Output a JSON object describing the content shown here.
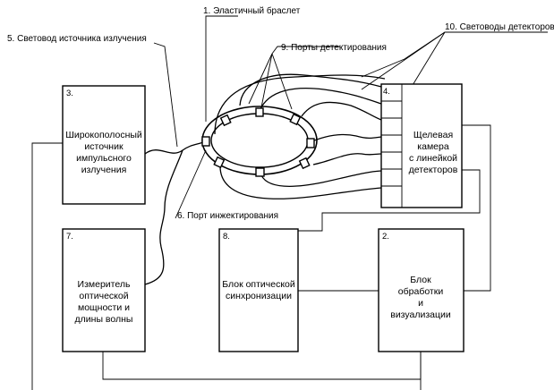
{
  "labels": {
    "l1": "1. Эластичный браслет",
    "l5": "5. Световод источника излучения",
    "l9": "9. Порты детектирования",
    "l10": "10. Световоды детекторов",
    "l6": "6. Порт инжектирования"
  },
  "blocks": {
    "b3": {
      "num": "3.",
      "lines": [
        "Широкополосный",
        "источник",
        "импульсного",
        "излучения"
      ]
    },
    "b4": {
      "num": "4.",
      "lines": [
        "Щелевая",
        "камера",
        "с линейкой",
        "детекторов"
      ]
    },
    "b7": {
      "num": "7.",
      "lines": [
        "Измеритель",
        "оптической",
        "мощности и",
        "длины волны"
      ]
    },
    "b8": {
      "num": "8.",
      "lines": [
        "Блок оптической",
        "синхронизации"
      ]
    },
    "b2": {
      "num": "2.",
      "lines": [
        "Блок",
        "обработки",
        "и",
        "визуализации"
      ]
    }
  }
}
